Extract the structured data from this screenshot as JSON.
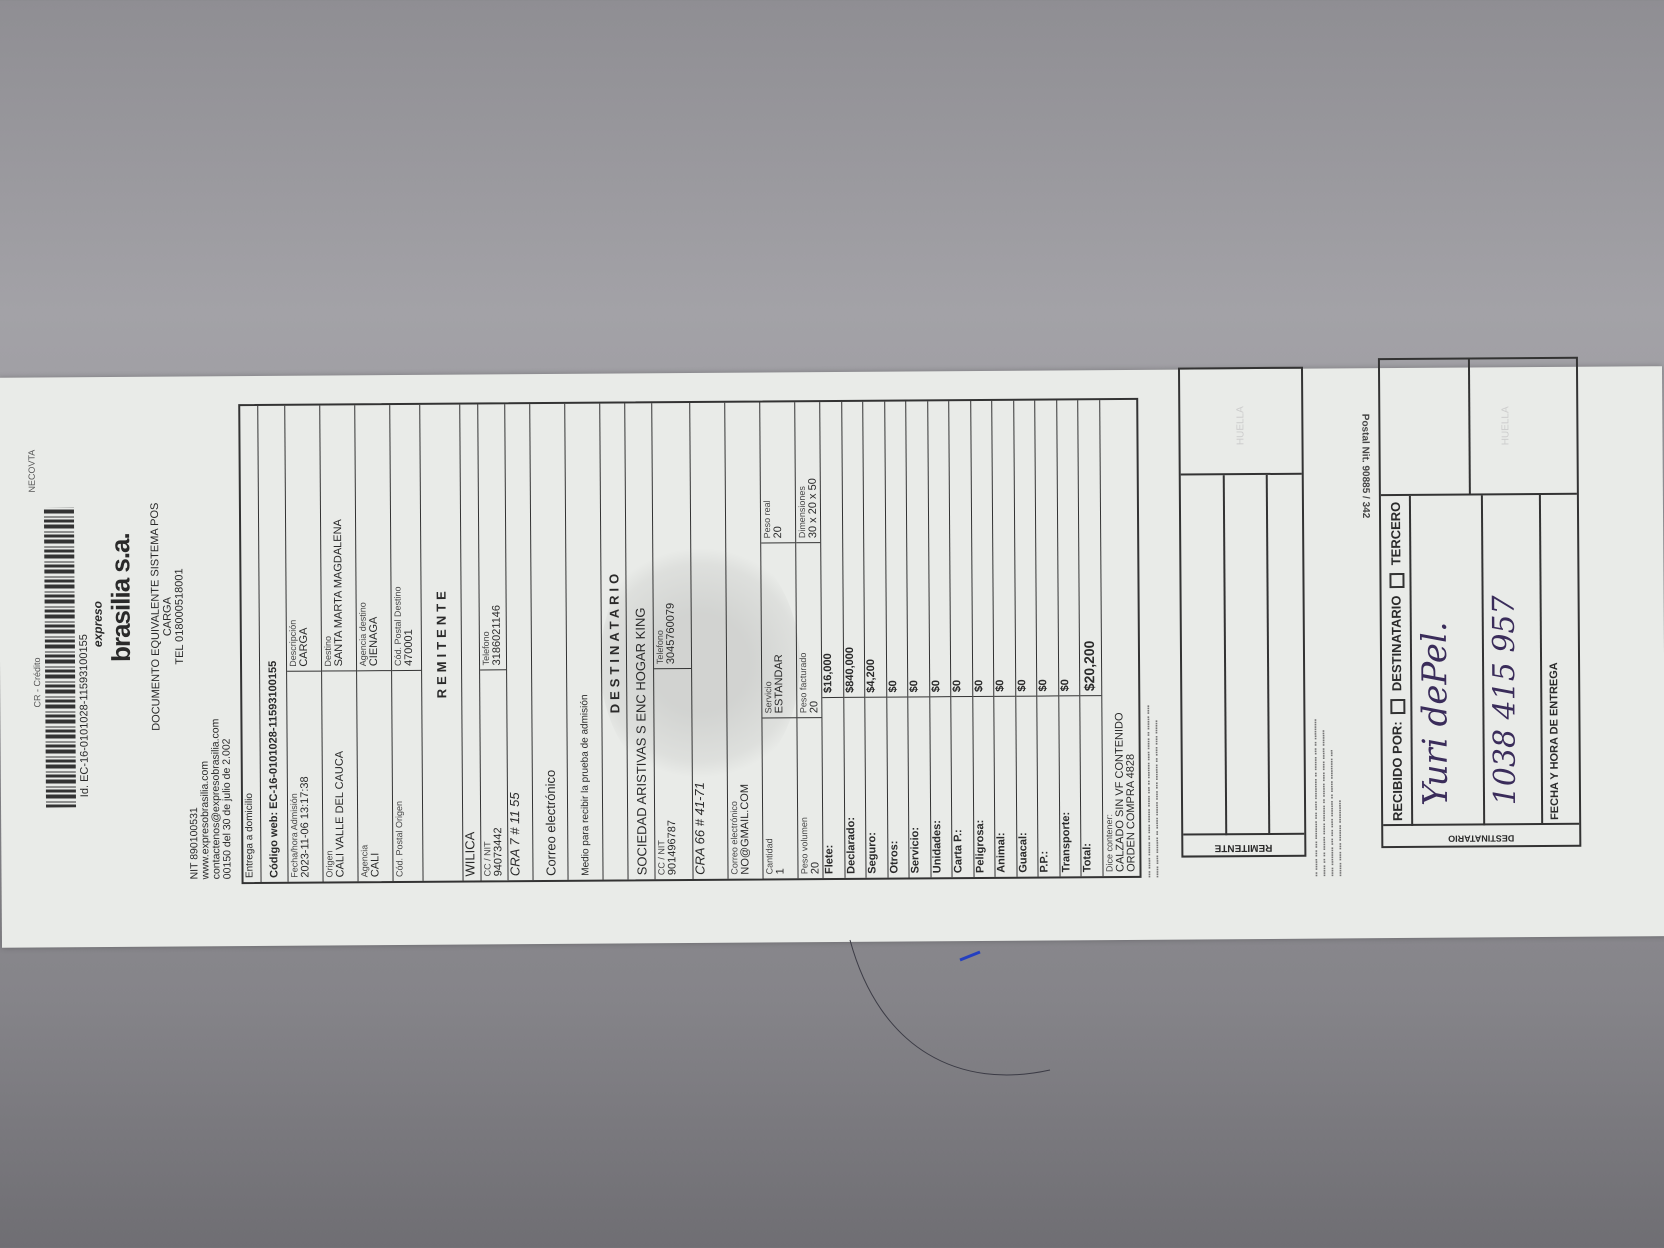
{
  "header": {
    "corner_label": "NECOVTA",
    "payment": "CR - Crédito",
    "id_line": "Id. EC-16-0101028-11593100155",
    "logo_top": "expreso",
    "logo_main": "brasilia s.a.",
    "doc_title": "DOCUMENTO EQUIVALENTE SISTEMA POS",
    "doc_type": "CARGA",
    "phone": "TEL 018000518001",
    "nit": "NIT 890100531",
    "web": "www.expresobrasilia.com",
    "email": "contactenos@expresobrasilia.com",
    "resolution": "00150 del 30 de julio de 2.002"
  },
  "shipment": {
    "delivery": "Entrega a domicilio",
    "web_code_label": "Código web:",
    "web_code": "EC-16-0101028-11593100155",
    "admission_label": "Fecha/hora Admisión",
    "admission": "2023-11-06 13:17:38",
    "description_label": "Descripción",
    "description": "CARGA",
    "origin_label": "Origen",
    "origin": "CALI VALLE DEL CAUCA",
    "destination_label": "Destino",
    "destination": "SANTA MARTA MAGDALENA",
    "agency_label": "Agencia",
    "agency": "CALI",
    "dest_agency_label": "Agencia destino",
    "dest_agency": "CIENAGA",
    "origin_postal_label": "Cód. Postal Origen",
    "dest_postal_label": "Cód. Postal Destino",
    "dest_postal": "470001"
  },
  "sender": {
    "title": "REMITENTE",
    "name": "WILICA",
    "id_label": "CC / NIT",
    "id": "94073442",
    "phone_label": "Telefono",
    "phone": "3186021146",
    "address": "CRA 7 # 11 55",
    "email_label": "Correo electrónico",
    "proof_label": "Medio para recibir la prueba de admisión"
  },
  "recipient": {
    "title": "DESTINATARIO",
    "name": "SOCIEDAD ARISTIVAS S ENC HOGAR KING",
    "id_label": "CC / NIT",
    "id": "901496787",
    "phone_label": "Telefono",
    "phone": "3045760079",
    "address": "CRA 66 # 41-71",
    "email_label": "Correo electrónico",
    "email": "NO@GMAIL.COM"
  },
  "package": {
    "quantity_label": "Cantidad",
    "quantity": "1",
    "service_label": "Servicio",
    "service": "ESTANDAR",
    "real_weight_label": "Peso real",
    "real_weight": "20",
    "vol_weight_label": "Peso volumen",
    "vol_weight": "20",
    "billed_weight_label": "Peso facturado",
    "billed_weight": "20",
    "dimensions_label": "Dimensiones",
    "dimensions": "30 x 20 x 50"
  },
  "costs": [
    {
      "label": "Flete:",
      "value": "$16,000"
    },
    {
      "label": "Declarado:",
      "value": "$840,000"
    },
    {
      "label": "Seguro:",
      "value": "$4,200"
    },
    {
      "label": "Otros:",
      "value": "$0"
    },
    {
      "label": "Servicio:",
      "value": "$0"
    },
    {
      "label": "Unidades:",
      "value": "$0"
    },
    {
      "label": "Carta P.:",
      "value": "$0"
    },
    {
      "label": "Peligrosa:",
      "value": "$0"
    },
    {
      "label": "Animal:",
      "value": "$0"
    },
    {
      "label": "Guacal:",
      "value": "$0"
    },
    {
      "label": "P.P.:",
      "value": "$0"
    },
    {
      "label": "Transporte:",
      "value": "$0"
    },
    {
      "label": "Total:",
      "value": "$20,200"
    }
  ],
  "contents": {
    "label": "Dice contener:",
    "line1": "CALZADO SIN VF CONTENIDO",
    "line2": "ORDEN COMPRA 4828"
  },
  "sender_box": {
    "title": "REMITENTE",
    "fingerprint": "HUELLA"
  },
  "receipt_box": {
    "received_by": "RECIBIDO POR:",
    "option_recipient": "DESTINATARIO",
    "option_third": "TERCERO",
    "title": "DESTINATARIO",
    "fingerprint": "HUELLA",
    "date_label": "FECHA Y HORA DE ENTREGA",
    "signature_name": "Yuri dePel.",
    "signature_id": "1038 415 957"
  },
  "footer_code": "Postal Nit. 90885 / 342"
}
